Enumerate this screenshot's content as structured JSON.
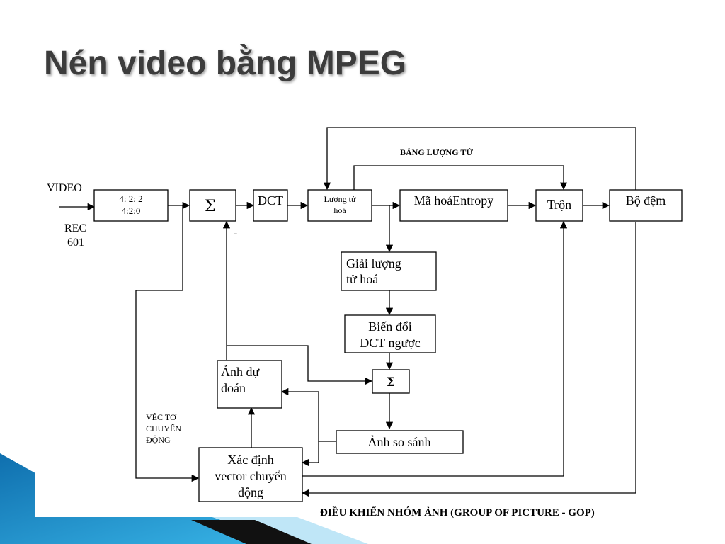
{
  "title": "Nén video bằng MPEG",
  "colors": {
    "title": "#3c3c3c",
    "accent_blue": "#1e9bd4",
    "dark_band": "#111111"
  },
  "diagram": {
    "video_label": "VIDEO",
    "rec_label_1": "REC",
    "rec_label_2": "601",
    "sampling_1": "4:  2:  2",
    "sampling_2": "4:2:0",
    "sum_symbol": "Σ",
    "plus_sign": "+",
    "minus_sign": "-",
    "dct": "DCT",
    "quant_1": "Lượng tử",
    "quant_2": "hoá",
    "quant_table": "BẢNG LƯỢNG TỬ",
    "entropy": "Mã hoáEntropy",
    "mux": "Trộn",
    "buffer": "Bộ đệm",
    "dequant_1": "Giải lượng",
    "dequant_2": "tử hoá",
    "idct_1": "Biến đổi",
    "idct_2": "DCT ngược",
    "sum2_symbol": "Σ",
    "predicted_1": "Ảnh dự",
    "predicted_2": "đoán",
    "reference": "Ảnh so sánh",
    "motion_1": "Xác định",
    "motion_2": "vector chuyển",
    "motion_3": "động",
    "mv_label_1": "VÉC TƠ",
    "mv_label_2": "CHUYỂN",
    "mv_label_3": "ĐỘNG",
    "gop_label": "ĐIỀU KHIỂN NHÓM ẢNH (GROUP OF PICTURE - GOP)"
  }
}
